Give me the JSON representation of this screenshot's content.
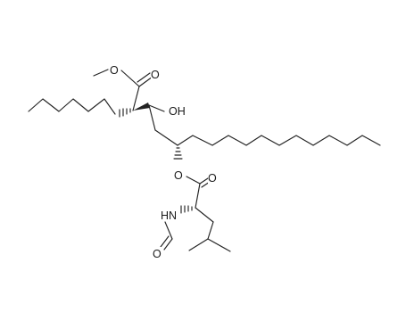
{
  "structure": {
    "atom_labels": {
      "ester_methoxy_O": "O",
      "ester_carbonyl_O": "O",
      "hydroxyl": "OH",
      "ester_O_chain": "O",
      "leucyl_carbonyl_O": "O",
      "amide_NH": "HN",
      "formyl_O": "O"
    }
  }
}
